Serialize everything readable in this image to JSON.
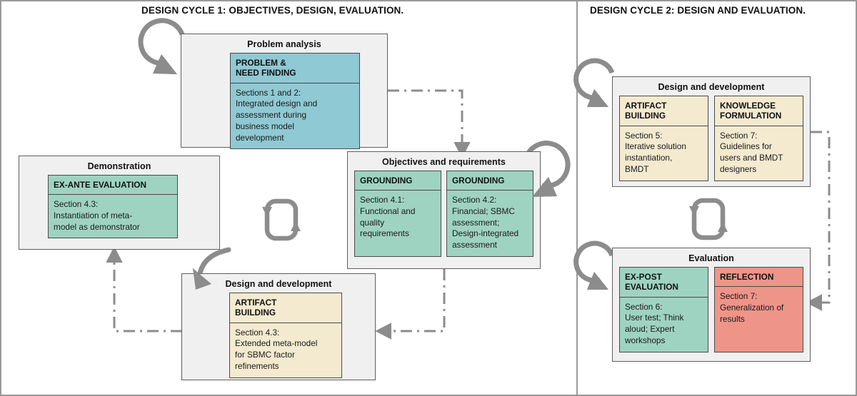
{
  "panels": [
    {
      "id": "cycle1",
      "title": "DESIGN CYCLE 1: OBJECTIVES, DESIGN, EVALUATION."
    },
    {
      "id": "cycle2",
      "title": "DESIGN CYCLE 2: DESIGN AND EVALUATION."
    }
  ],
  "colors": {
    "frame": "#9a9a9a",
    "phase_fill": "#f0f0f0",
    "phase_border": "#5f5f5f",
    "arrow": "#8c8c8c",
    "blue": "#8fc9d4",
    "green": "#9ed3c2",
    "cream": "#f4ead0",
    "salmon": "#ef9489"
  },
  "phases": {
    "problem_analysis": {
      "title": "Problem analysis",
      "cards": [
        {
          "head": "PROBLEM &\nNEED FINDING",
          "body": "Sections 1 and 2:\nIntegrated design and\nassessment during\nbusiness model\ndevelopment",
          "color": "blue"
        }
      ]
    },
    "demonstration": {
      "title": "Demonstration",
      "cards": [
        {
          "head": "EX-ANTE EVALUATION",
          "body": "Section 4.3:\nInstantiation of meta-\nmodel as demonstrator",
          "color": "green"
        }
      ]
    },
    "objectives_requirements": {
      "title": "Objectives and requirements",
      "cards": [
        {
          "head": "GROUNDING",
          "body": "Section 4.1:\nFunctional and\nquality requirements",
          "color": "green"
        },
        {
          "head": "GROUNDING",
          "body": "Section 4.2:\nFinancial; SBMC\nassessment;\nDesign-integrated\nassessment",
          "color": "green"
        }
      ]
    },
    "design_development_1": {
      "title": "Design and development",
      "cards": [
        {
          "head": "ARTIFACT\nBUILDING",
          "body": "Section 4.3:\nExtended meta-model\nfor SBMC factor\nrefinements",
          "color": "cream"
        }
      ]
    },
    "design_development_2": {
      "title": "Design and development",
      "cards": [
        {
          "head": "ARTIFACT\nBUILDING",
          "body": "Section 5:\nIterative solution\ninstantiation,\nBMDT",
          "color": "cream"
        },
        {
          "head": "KNOWLEDGE\nFORMULATION",
          "body": "Section 7:\nGuidelines for\nusers and BMDT\ndesigners",
          "color": "cream"
        }
      ]
    },
    "evaluation": {
      "title": "Evaluation",
      "cards": [
        {
          "head": "EX-POST\nEVALUATION",
          "body": "Section 6:\nUser test; Think\naloud; Expert\nworkshops",
          "color": "green"
        },
        {
          "head": "REFLECTION",
          "body": "Section 7:\nGeneralization of\nresults",
          "color": "salmon"
        }
      ]
    }
  },
  "connectors": [
    {
      "name": "loop-arrow-problem-analysis",
      "type": "arc",
      "side": "left"
    },
    {
      "name": "loop-arrow-objectives",
      "type": "arc",
      "side": "right"
    },
    {
      "name": "loop-arrow-demonstration-to-design",
      "type": "arc",
      "side": "curve"
    },
    {
      "name": "loop-arrow-design-development-2",
      "type": "arc",
      "side": "left"
    },
    {
      "name": "loop-arrow-evaluation",
      "type": "arc",
      "side": "left"
    },
    {
      "name": "cycle-icon-left",
      "type": "refresh-cycle-icon"
    },
    {
      "name": "cycle-icon-right",
      "type": "refresh-cycle-icon"
    },
    {
      "name": "link-problem-analysis-to-objectives",
      "type": "dash-dot"
    },
    {
      "name": "link-objectives-to-design-development",
      "type": "dash-dot"
    },
    {
      "name": "link-design-development-to-demonstration",
      "type": "dash-dot"
    },
    {
      "name": "link-design-development-2-to-evaluation",
      "type": "dash-dot"
    }
  ]
}
